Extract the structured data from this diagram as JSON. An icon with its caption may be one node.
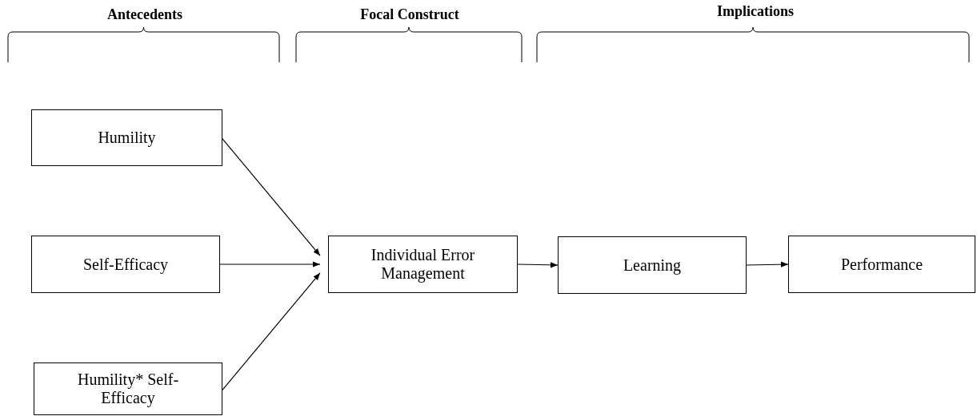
{
  "diagram": {
    "nodes": [
      {
        "text": [
          "Humility"
        ]
      },
      {
        "text": [
          "Self-Efficacy"
        ]
      },
      {
        "text": [
          "Humility* Self-Efficacy"
        ]
      },
      {
        "text": [
          "Individual Error Management"
        ]
      },
      {
        "text": [
          "Learning"
        ]
      },
      {
        "text": [
          "Performance"
        ]
      }
    ],
    "edges": [
      {
        "from": 0,
        "to": 3,
        "arrow": "to"
      },
      {
        "from": 1,
        "to": 3,
        "arrow": "to"
      },
      {
        "from": 2,
        "to": 3,
        "arrow": "to"
      },
      {
        "from": 3,
        "to": 4,
        "arrow": "to"
      },
      {
        "from": 4,
        "to": 5,
        "arrow": "to"
      }
    ],
    "labels": [
      "Antecedents",
      "Focal Construct",
      "Implications"
    ]
  }
}
